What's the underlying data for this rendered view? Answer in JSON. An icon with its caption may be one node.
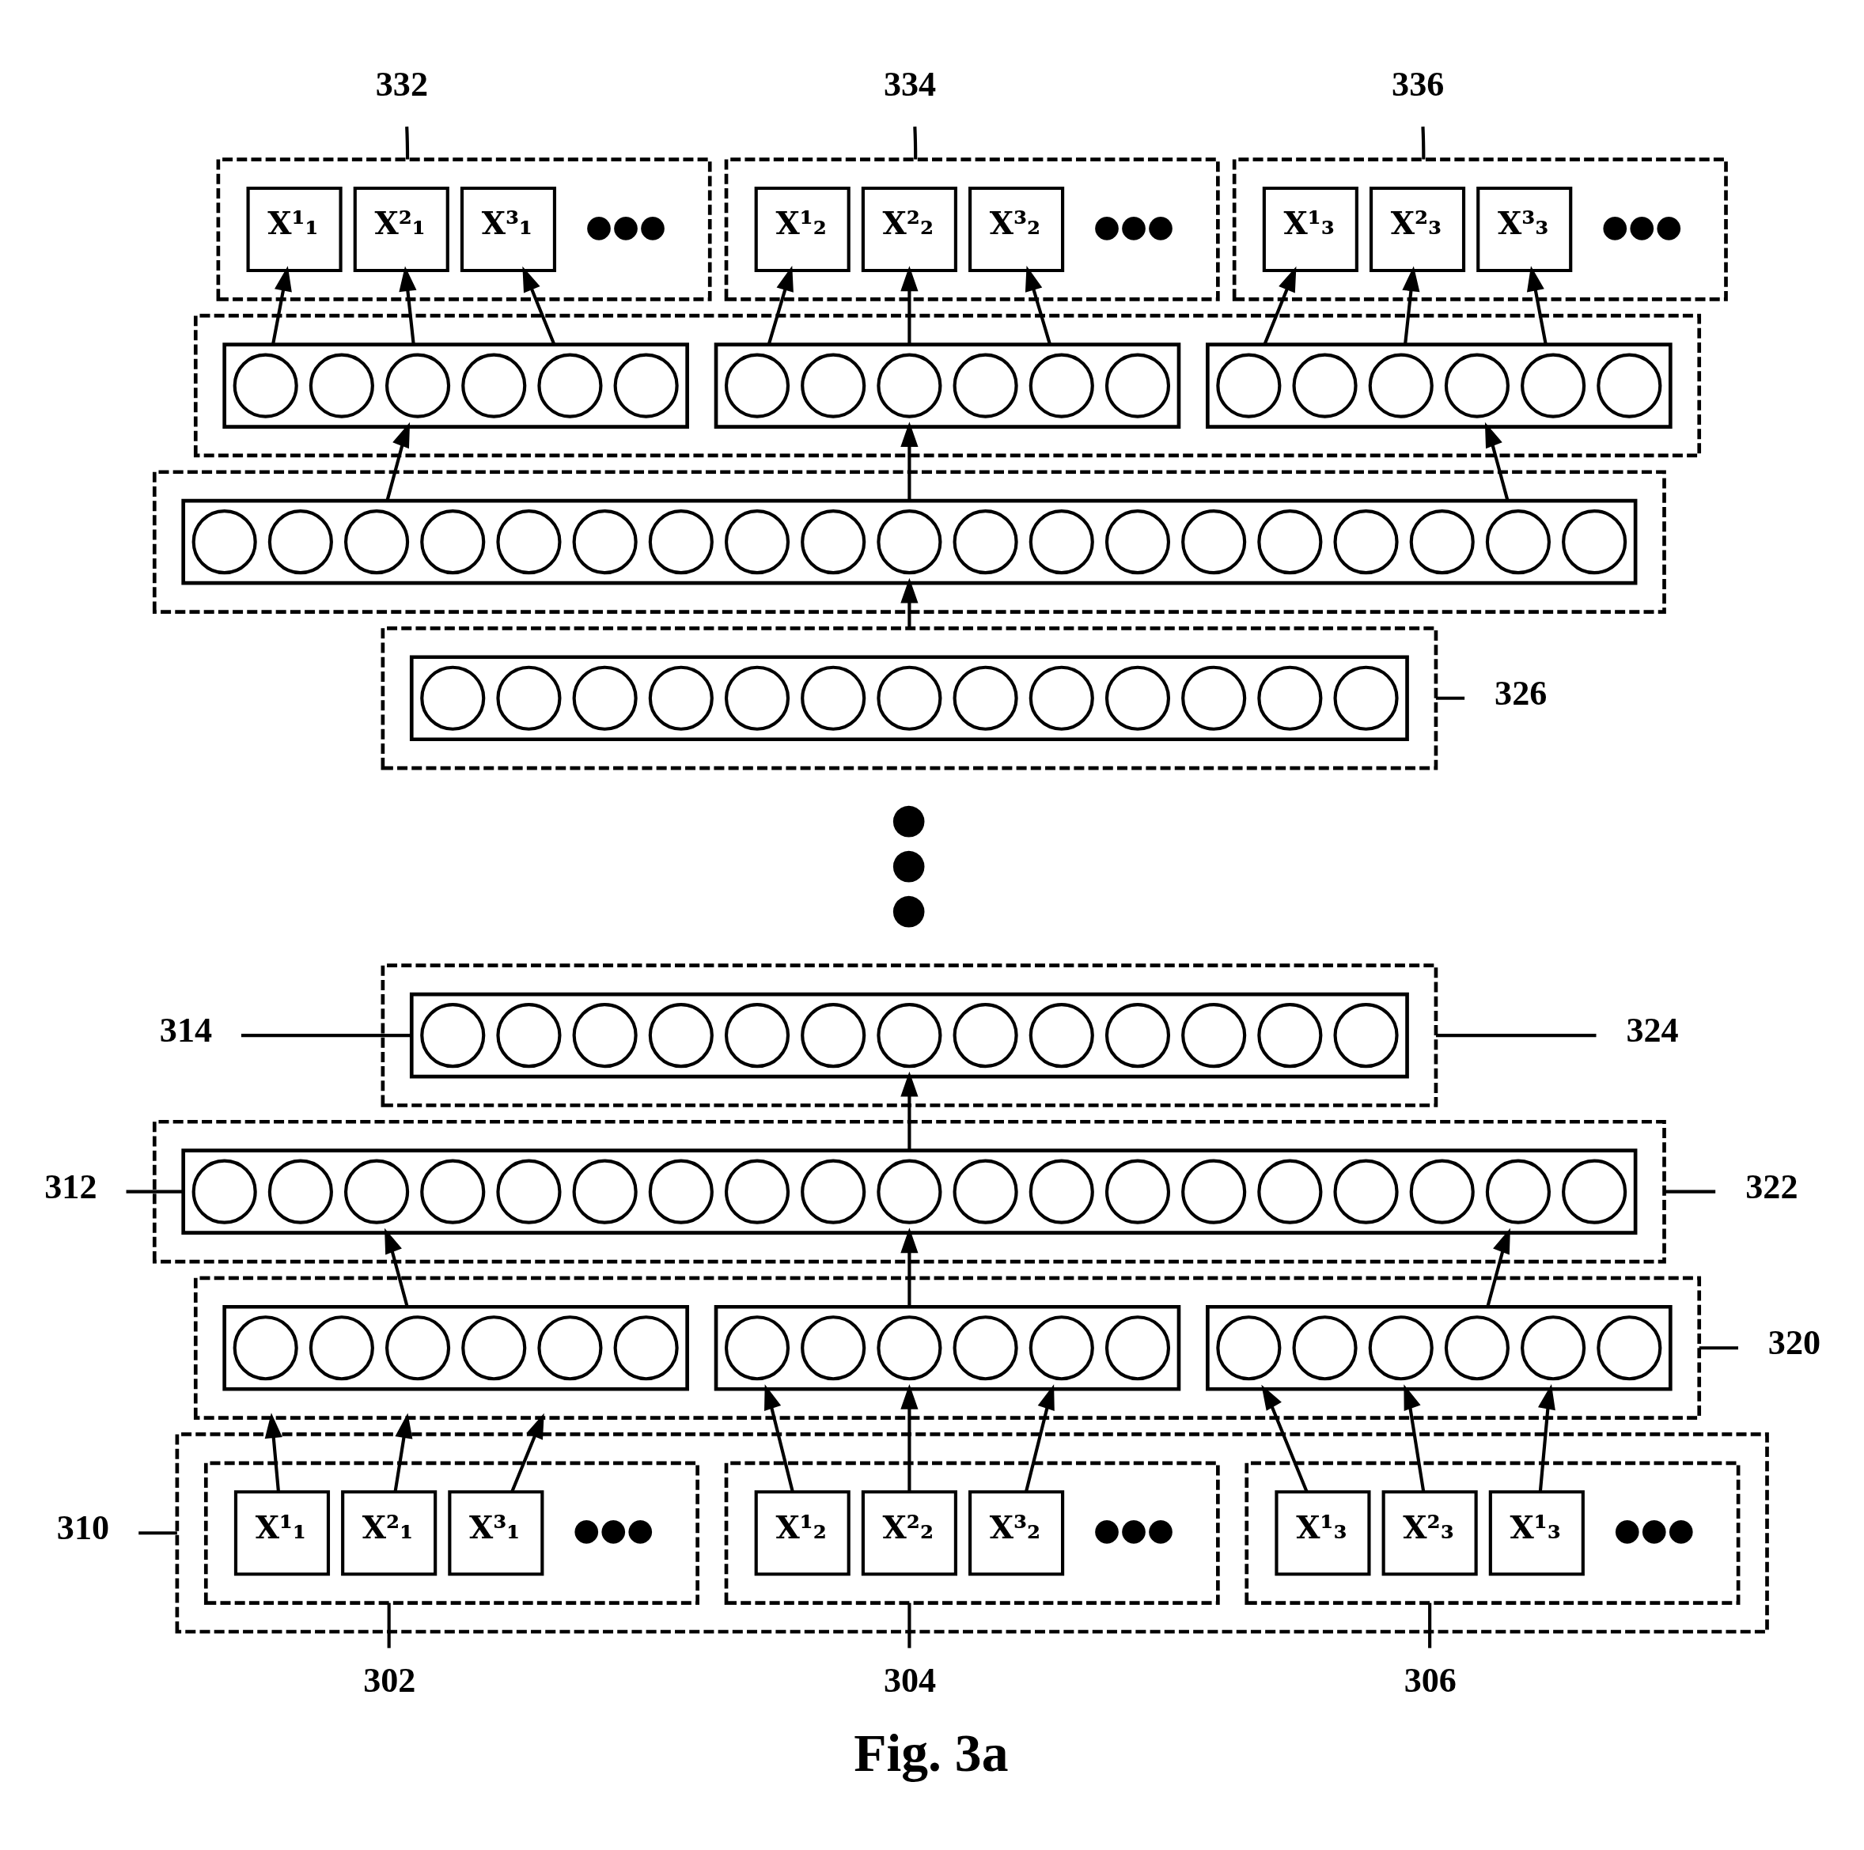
{
  "diagram": {
    "caption": "Fig. 3a",
    "nodes": [
      {
        "text": [
          "332"
        ]
      },
      {
        "text": [
          "334"
        ]
      },
      {
        "text": [
          "336"
        ]
      },
      {
        "text": [],
        "shape": "box"
      },
      {
        "text": [
          "X¹₁"
        ],
        "in": 3
      },
      {
        "text": [
          "X²₁"
        ],
        "in": 3
      },
      {
        "text": [
          "X³₁"
        ],
        "in": 3
      },
      {
        "text": [],
        "shape": "box"
      },
      {
        "text": [
          "X¹₂"
        ],
        "in": 7
      },
      {
        "text": [
          "X²₂"
        ],
        "in": 7
      },
      {
        "text": [
          "X³₂"
        ],
        "in": 7
      },
      {
        "text": [],
        "shape": "box"
      },
      {
        "text": [
          "X¹₃"
        ],
        "in": 11
      },
      {
        "text": [
          "X²₃"
        ],
        "in": 11
      },
      {
        "text": [
          "X³₃"
        ],
        "in": 11
      },
      {
        "text": [],
        "shape": "box"
      },
      {
        "text": [],
        "shape": "bar",
        "in": 15
      },
      {
        "text": [],
        "shape": "circle",
        "in": 16
      },
      {
        "text": [],
        "shape": "circle",
        "in": 16
      },
      {
        "text": [],
        "shape": "circle",
        "in": 16
      },
      {
        "text": [],
        "shape": "circle",
        "in": 16
      },
      {
        "text": [],
        "shape": "circle",
        "in": 16
      },
      {
        "text": [],
        "shape": "circle",
        "in": 16
      },
      {
        "text": [],
        "shape": "bar",
        "in": 15
      },
      {
        "text": [],
        "shape": "circle",
        "in": 23
      },
      {
        "text": [],
        "shape": "circle",
        "in": 23
      },
      {
        "text": [],
        "shape": "circle",
        "in": 23
      },
      {
        "text": [],
        "shape": "circle",
        "in": 23
      },
      {
        "text": [],
        "shape": "circle",
        "in": 23
      },
      {
        "text": [],
        "shape": "circle",
        "in": 23
      },
      {
        "text": [],
        "shape": "bar",
        "in": 15
      },
      {
        "text": [],
        "shape": "circle",
        "in": 30
      },
      {
        "text": [],
        "shape": "circle",
        "in": 30
      },
      {
        "text": [],
        "shape": "circle",
        "in": 30
      },
      {
        "text": [],
        "shape": "circle",
        "in": 30
      },
      {
        "text": [],
        "shape": "circle",
        "in": 30
      },
      {
        "text": [],
        "shape": "circle",
        "in": 30
      },
      {
        "text": [],
        "shape": "box"
      },
      {
        "text": [],
        "shape": "bar",
        "in": 37
      },
      {
        "text": [],
        "shape": "circle",
        "in": 38
      },
      {
        "text": [],
        "shape": "circle",
        "in": 38
      },
      {
        "text": [],
        "shape": "circle",
        "in": 38
      },
      {
        "text": [],
        "shape": "circle",
        "in": 38
      },
      {
        "text": [],
        "shape": "circle",
        "in": 38
      },
      {
        "text": [],
        "shape": "circle",
        "in": 38
      },
      {
        "text": [],
        "shape": "circle",
        "in": 38
      },
      {
        "text": [],
        "shape": "circle",
        "in": 38
      },
      {
        "text": [],
        "shape": "circle",
        "in": 38
      },
      {
        "text": [],
        "shape": "circle",
        "in": 38
      },
      {
        "text": [],
        "shape": "circle",
        "in": 38
      },
      {
        "text": [],
        "shape": "circle",
        "in": 38
      },
      {
        "text": [],
        "shape": "circle",
        "in": 38
      },
      {
        "text": [],
        "shape": "circle",
        "in": 38
      },
      {
        "text": [],
        "shape": "circle",
        "in": 38
      },
      {
        "text": [],
        "shape": "circle",
        "in": 38
      },
      {
        "text": [],
        "shape": "circle",
        "in": 38
      },
      {
        "text": [],
        "shape": "circle",
        "in": 38
      },
      {
        "text": [],
        "shape": "circle",
        "in": 38
      },
      {
        "text": [],
        "shape": "box"
      },
      {
        "text": [],
        "shape": "bar",
        "in": 58
      },
      {
        "text": [],
        "shape": "circle",
        "in": 59
      },
      {
        "text": [],
        "shape": "circle",
        "in": 59
      },
      {
        "text": [],
        "shape": "circle",
        "in": 59
      },
      {
        "text": [],
        "shape": "circle",
        "in": 59
      },
      {
        "text": [],
        "shape": "circle",
        "in": 59
      },
      {
        "text": [],
        "shape": "circle",
        "in": 59
      },
      {
        "text": [],
        "shape": "circle",
        "in": 59
      },
      {
        "text": [],
        "shape": "circle",
        "in": 59
      },
      {
        "text": [],
        "shape": "circle",
        "in": 59
      },
      {
        "text": [],
        "shape": "circle",
        "in": 59
      },
      {
        "text": [],
        "shape": "circle",
        "in": 59
      },
      {
        "text": [],
        "shape": "circle",
        "in": 59
      },
      {
        "text": [],
        "shape": "circle",
        "in": 59
      },
      {
        "text": [
          "326"
        ]
      },
      {
        "text": [
          "314"
        ]
      },
      {
        "text": [],
        "shape": "box"
      },
      {
        "text": [],
        "shape": "bar",
        "in": 75
      },
      {
        "text": [],
        "shape": "circle",
        "in": 76
      },
      {
        "text": [],
        "shape": "circle",
        "in": 76
      },
      {
        "text": [],
        "shape": "circle",
        "in": 76
      },
      {
        "text": [],
        "shape": "circle",
        "in": 76
      },
      {
        "text": [],
        "shape": "circle",
        "in": 76
      },
      {
        "text": [],
        "shape": "circle",
        "in": 76
      },
      {
        "text": [],
        "shape": "circle",
        "in": 76
      },
      {
        "text": [],
        "shape": "circle",
        "in": 76
      },
      {
        "text": [],
        "shape": "circle",
        "in": 76
      },
      {
        "text": [],
        "shape": "circle",
        "in": 76
      },
      {
        "text": [],
        "shape": "circle",
        "in": 76
      },
      {
        "text": [],
        "shape": "circle",
        "in": 76
      },
      {
        "text": [],
        "shape": "circle",
        "in": 76
      },
      {
        "text": [
          "324"
        ]
      },
      {
        "text": [
          "312"
        ]
      },
      {
        "text": [],
        "shape": "box"
      },
      {
        "text": [],
        "shape": "bar",
        "in": 92
      },
      {
        "text": [],
        "shape": "circle",
        "in": 93
      },
      {
        "text": [],
        "shape": "circle",
        "in": 93
      },
      {
        "text": [],
        "shape": "circle",
        "in": 93
      },
      {
        "text": [],
        "shape": "circle",
        "in": 93
      },
      {
        "text": [],
        "shape": "circle",
        "in": 93
      },
      {
        "text": [],
        "shape": "circle",
        "in": 93
      },
      {
        "text": [],
        "shape": "circle",
        "in": 93
      },
      {
        "text": [],
        "shape": "circle",
        "in": 93
      },
      {
        "text": [],
        "shape": "circle",
        "in": 93
      },
      {
        "text": [],
        "shape": "circle",
        "in": 93
      },
      {
        "text": [],
        "shape": "circle",
        "in": 93
      },
      {
        "text": [],
        "shape": "circle",
        "in": 93
      },
      {
        "text": [],
        "shape": "circle",
        "in": 93
      },
      {
        "text": [],
        "shape": "circle",
        "in": 93
      },
      {
        "text": [],
        "shape": "circle",
        "in": 93
      },
      {
        "text": [],
        "shape": "circle",
        "in": 93
      },
      {
        "text": [],
        "shape": "circle",
        "in": 93
      },
      {
        "text": [],
        "shape": "circle",
        "in": 93
      },
      {
        "text": [],
        "shape": "circle",
        "in": 93
      },
      {
        "text": [
          "322"
        ]
      },
      {
        "text": [],
        "shape": "box"
      },
      {
        "text": [],
        "shape": "bar",
        "in": 114
      },
      {
        "text": [],
        "shape": "circle",
        "in": 115
      },
      {
        "text": [],
        "shape": "circle",
        "in": 115
      },
      {
        "text": [],
        "shape": "circle",
        "in": 115
      },
      {
        "text": [],
        "shape": "circle",
        "in": 115
      },
      {
        "text": [],
        "shape": "circle",
        "in": 115
      },
      {
        "text": [],
        "shape": "circle",
        "in": 115
      },
      {
        "text": [],
        "shape": "bar",
        "in": 114
      },
      {
        "text": [],
        "shape": "circle",
        "in": 122
      },
      {
        "text": [],
        "shape": "circle",
        "in": 122
      },
      {
        "text": [],
        "shape": "circle",
        "in": 122
      },
      {
        "text": [],
        "shape": "circle",
        "in": 122
      },
      {
        "text": [],
        "shape": "circle",
        "in": 122
      },
      {
        "text": [],
        "shape": "circle",
        "in": 122
      },
      {
        "text": [],
        "shape": "bar",
        "in": 114
      },
      {
        "text": [],
        "shape": "circle",
        "in": 129
      },
      {
        "text": [],
        "shape": "circle",
        "in": 129
      },
      {
        "text": [],
        "shape": "circle",
        "in": 129
      },
      {
        "text": [],
        "shape": "circle",
        "in": 129
      },
      {
        "text": [],
        "shape": "circle",
        "in": 129
      },
      {
        "text": [],
        "shape": "circle",
        "in": 129
      },
      {
        "text": [
          "320"
        ]
      },
      {
        "text": [
          "310"
        ]
      },
      {
        "text": [],
        "shape": "box"
      },
      {
        "text": [],
        "shape": "box",
        "in": 138
      },
      {
        "text": [
          "X¹₁"
        ],
        "in": 139
      },
      {
        "text": [
          "X²₁"
        ],
        "in": 139
      },
      {
        "text": [
          "X³₁"
        ],
        "in": 139
      },
      {
        "text": [],
        "shape": "box",
        "in": 138
      },
      {
        "text": [
          "X¹₂"
        ],
        "in": 143
      },
      {
        "text": [
          "X²₂"
        ],
        "in": 143
      },
      {
        "text": [
          "X³₂"
        ],
        "in": 143
      },
      {
        "text": [],
        "shape": "box",
        "in": 138
      },
      {
        "text": [
          "X¹₃"
        ],
        "in": 147
      },
      {
        "text": [
          "X²₃"
        ],
        "in": 147
      },
      {
        "text": [
          "X¹₃"
        ],
        "in": 147
      },
      {
        "text": [
          "302"
        ]
      },
      {
        "text": [
          "304"
        ]
      },
      {
        "text": [
          "306"
        ]
      }
    ],
    "edges": [
      {
        "from": 0,
        "to": 3,
        "arrow": "none"
      },
      {
        "from": 1,
        "to": 7,
        "arrow": "none"
      },
      {
        "from": 2,
        "to": 11,
        "arrow": "none"
      },
      {
        "from": 16,
        "to": 4,
        "arrow": "to"
      },
      {
        "from": 16,
        "to": 5,
        "arrow": "to"
      },
      {
        "from": 16,
        "to": 6,
        "arrow": "to"
      },
      {
        "from": 23,
        "to": 8,
        "arrow": "to"
      },
      {
        "from": 23,
        "to": 9,
        "arrow": "to"
      },
      {
        "from": 23,
        "to": 10,
        "arrow": "to"
      },
      {
        "from": 30,
        "to": 12,
        "arrow": "to"
      },
      {
        "from": 30,
        "to": 13,
        "arrow": "to"
      },
      {
        "from": 30,
        "to": 14,
        "arrow": "to"
      },
      {
        "from": 38,
        "to": 16,
        "arrow": "to"
      },
      {
        "from": 38,
        "to": 23,
        "arrow": "to"
      },
      {
        "from": 38,
        "to": 30,
        "arrow": "to"
      },
      {
        "from": 58,
        "to": 38,
        "arrow": "to"
      },
      {
        "from": 73,
        "to": 58,
        "arrow": "none"
      },
      {
        "from": 74,
        "to": 76,
        "arrow": "none"
      },
      {
        "from": 90,
        "to": 75,
        "arrow": "none"
      },
      {
        "from": 93,
        "to": 76,
        "arrow": "to"
      },
      {
        "from": 91,
        "to": 93,
        "arrow": "none"
      },
      {
        "from": 113,
        "to": 92,
        "arrow": "none"
      },
      {
        "from": 115,
        "to": 93,
        "arrow": "to"
      },
      {
        "from": 122,
        "to": 93,
        "arrow": "to"
      },
      {
        "from": 129,
        "to": 93,
        "arrow": "to"
      },
      {
        "from": 136,
        "to": 114,
        "arrow": "none"
      },
      {
        "from": 137,
        "to": 138,
        "arrow": "none"
      },
      {
        "from": 140,
        "to": 114,
        "arrow": "to"
      },
      {
        "from": 141,
        "to": 114,
        "arrow": "to"
      },
      {
        "from": 142,
        "to": 114,
        "arrow": "to"
      },
      {
        "from": 144,
        "to": 122,
        "arrow": "to"
      },
      {
        "from": 145,
        "to": 122,
        "arrow": "to"
      },
      {
        "from": 146,
        "to": 122,
        "arrow": "to"
      },
      {
        "from": 148,
        "to": 129,
        "arrow": "to"
      },
      {
        "from": 149,
        "to": 129,
        "arrow": "to"
      },
      {
        "from": 150,
        "to": 129,
        "arrow": "to"
      },
      {
        "from": 151,
        "to": 139,
        "arrow": "none"
      },
      {
        "from": 152,
        "to": 143,
        "arrow": "none"
      },
      {
        "from": 153,
        "to": 147,
        "arrow": "none"
      }
    ],
    "labels": [
      "●●●",
      "●●●",
      "●●●",
      "● ● ●",
      "●●●",
      "●●●",
      "●●●"
    ]
  }
}
